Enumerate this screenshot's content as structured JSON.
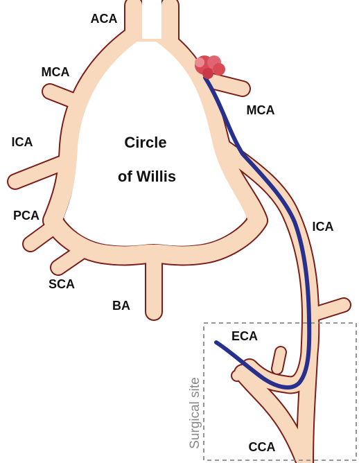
{
  "diagram": {
    "center_line1": "Circle",
    "center_line2": "of Willis",
    "surgical_site": "Surgical site",
    "labels": {
      "aca": "ACA",
      "mca_left": "MCA",
      "mca_right": "MCA",
      "ica_left": "ICA",
      "ica_right": "ICA",
      "pca": "PCA",
      "sca": "SCA",
      "ba": "BA",
      "eca": "ECA",
      "cca": "CCA"
    }
  },
  "colors": {
    "vessel_fill": "#f9d9be",
    "vessel_outline": "#7b1d18",
    "catheter": "#27308c",
    "aneurysm": "#d84a55",
    "site_box": "#888888"
  }
}
